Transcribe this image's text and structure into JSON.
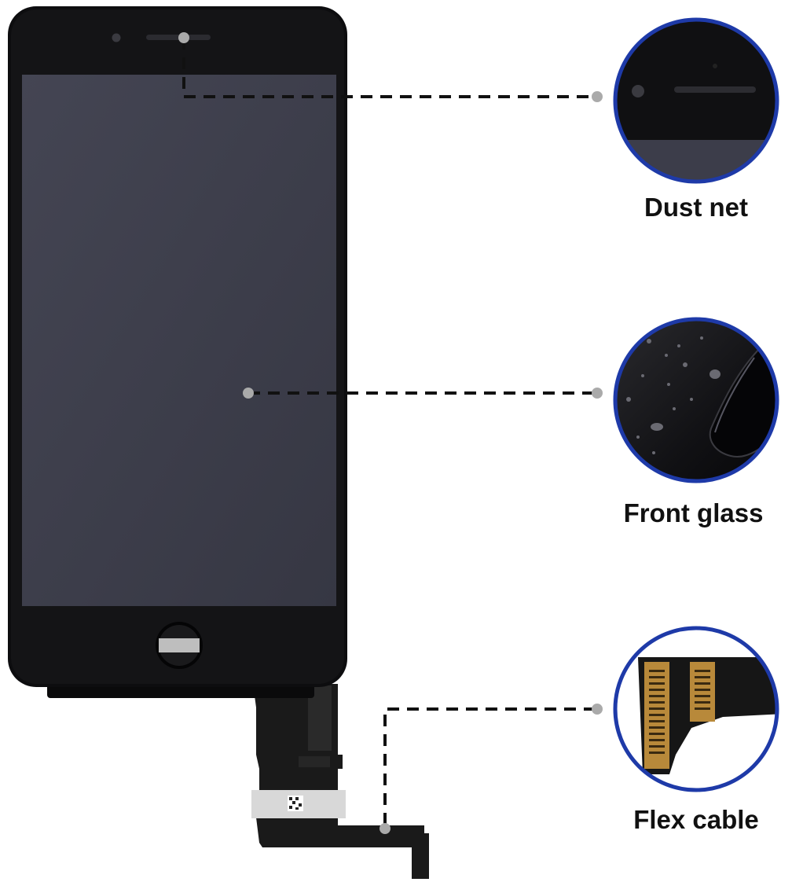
{
  "callouts": [
    {
      "id": "dust",
      "label": "Dust net"
    },
    {
      "id": "glass",
      "label": "Front glass"
    },
    {
      "id": "flex",
      "label": "Flex cable"
    }
  ],
  "colors": {
    "phone_frame": "#0d0d0f",
    "screen": "#3d3e4c",
    "circle_border": "#1e3aa8",
    "leader_line": "#111111",
    "anchor_dot": "#aaaaaa",
    "flex_cable": "#1a1a1a",
    "connector_gold": "#b8893a"
  }
}
